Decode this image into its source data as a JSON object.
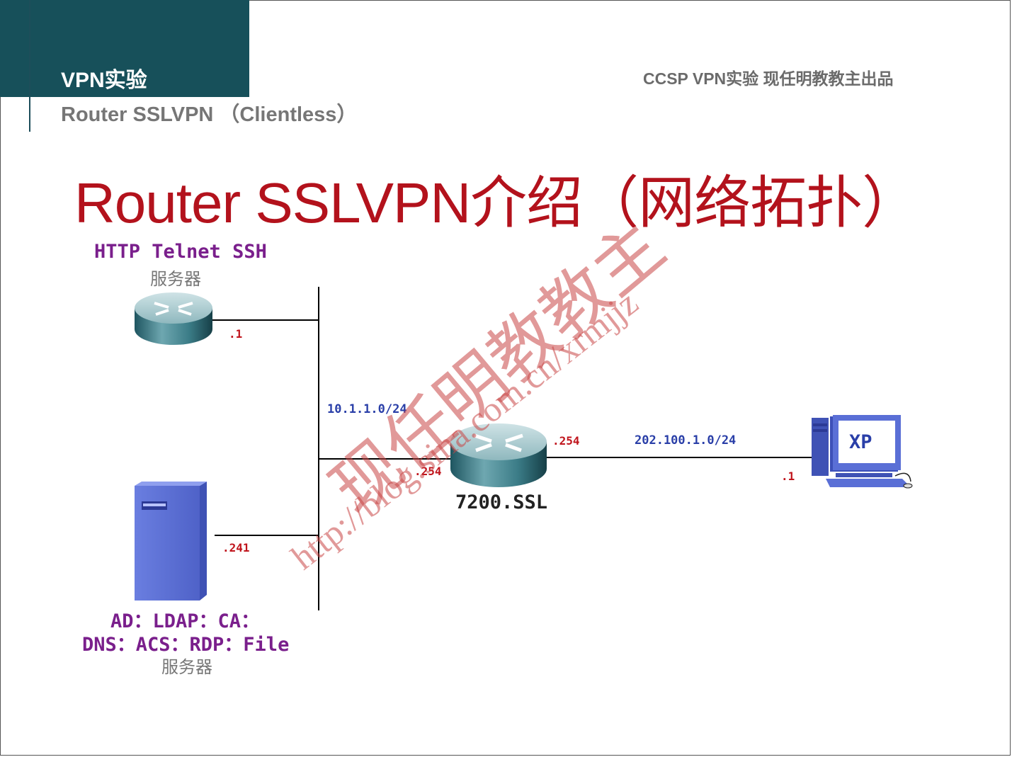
{
  "header": {
    "title": "VPN实验",
    "subtitle": "Router SSLVPN （Clientless）",
    "right_text": "CCSP VPN实验 现任明教教主出品"
  },
  "title": "Router SSLVPN介绍（网络拓扑）",
  "nodes": {
    "http_server": {
      "label_line1": "HTTP Telnet SSH",
      "label_line2": "服务器",
      "ip": ".1"
    },
    "ad_server": {
      "label_line1": "AD：LDAP：CA：",
      "label_line2": "DNS：ACS：RDP：File",
      "label_line3": "服务器",
      "ip": ".241"
    },
    "router_7200": {
      "name": "7200.SSL",
      "ip_inside": ".254",
      "ip_outside": ".254"
    },
    "xp_client": {
      "screen_text": "XP",
      "ip": ".1"
    }
  },
  "networks": {
    "inside": "10.1.1.0/24",
    "outside": "202.100.1.0/24"
  },
  "watermark": {
    "chinese": "现任明教教主",
    "url": "http://blog.sina.com.cn/xrmjjz"
  },
  "colors": {
    "header_bg": "#17505a",
    "title_red": "#b3121c",
    "label_purple": "#7a1f8c",
    "net_blue": "#2a3fa8",
    "ip_red": "#c0141c",
    "watermark": "#c84646"
  }
}
